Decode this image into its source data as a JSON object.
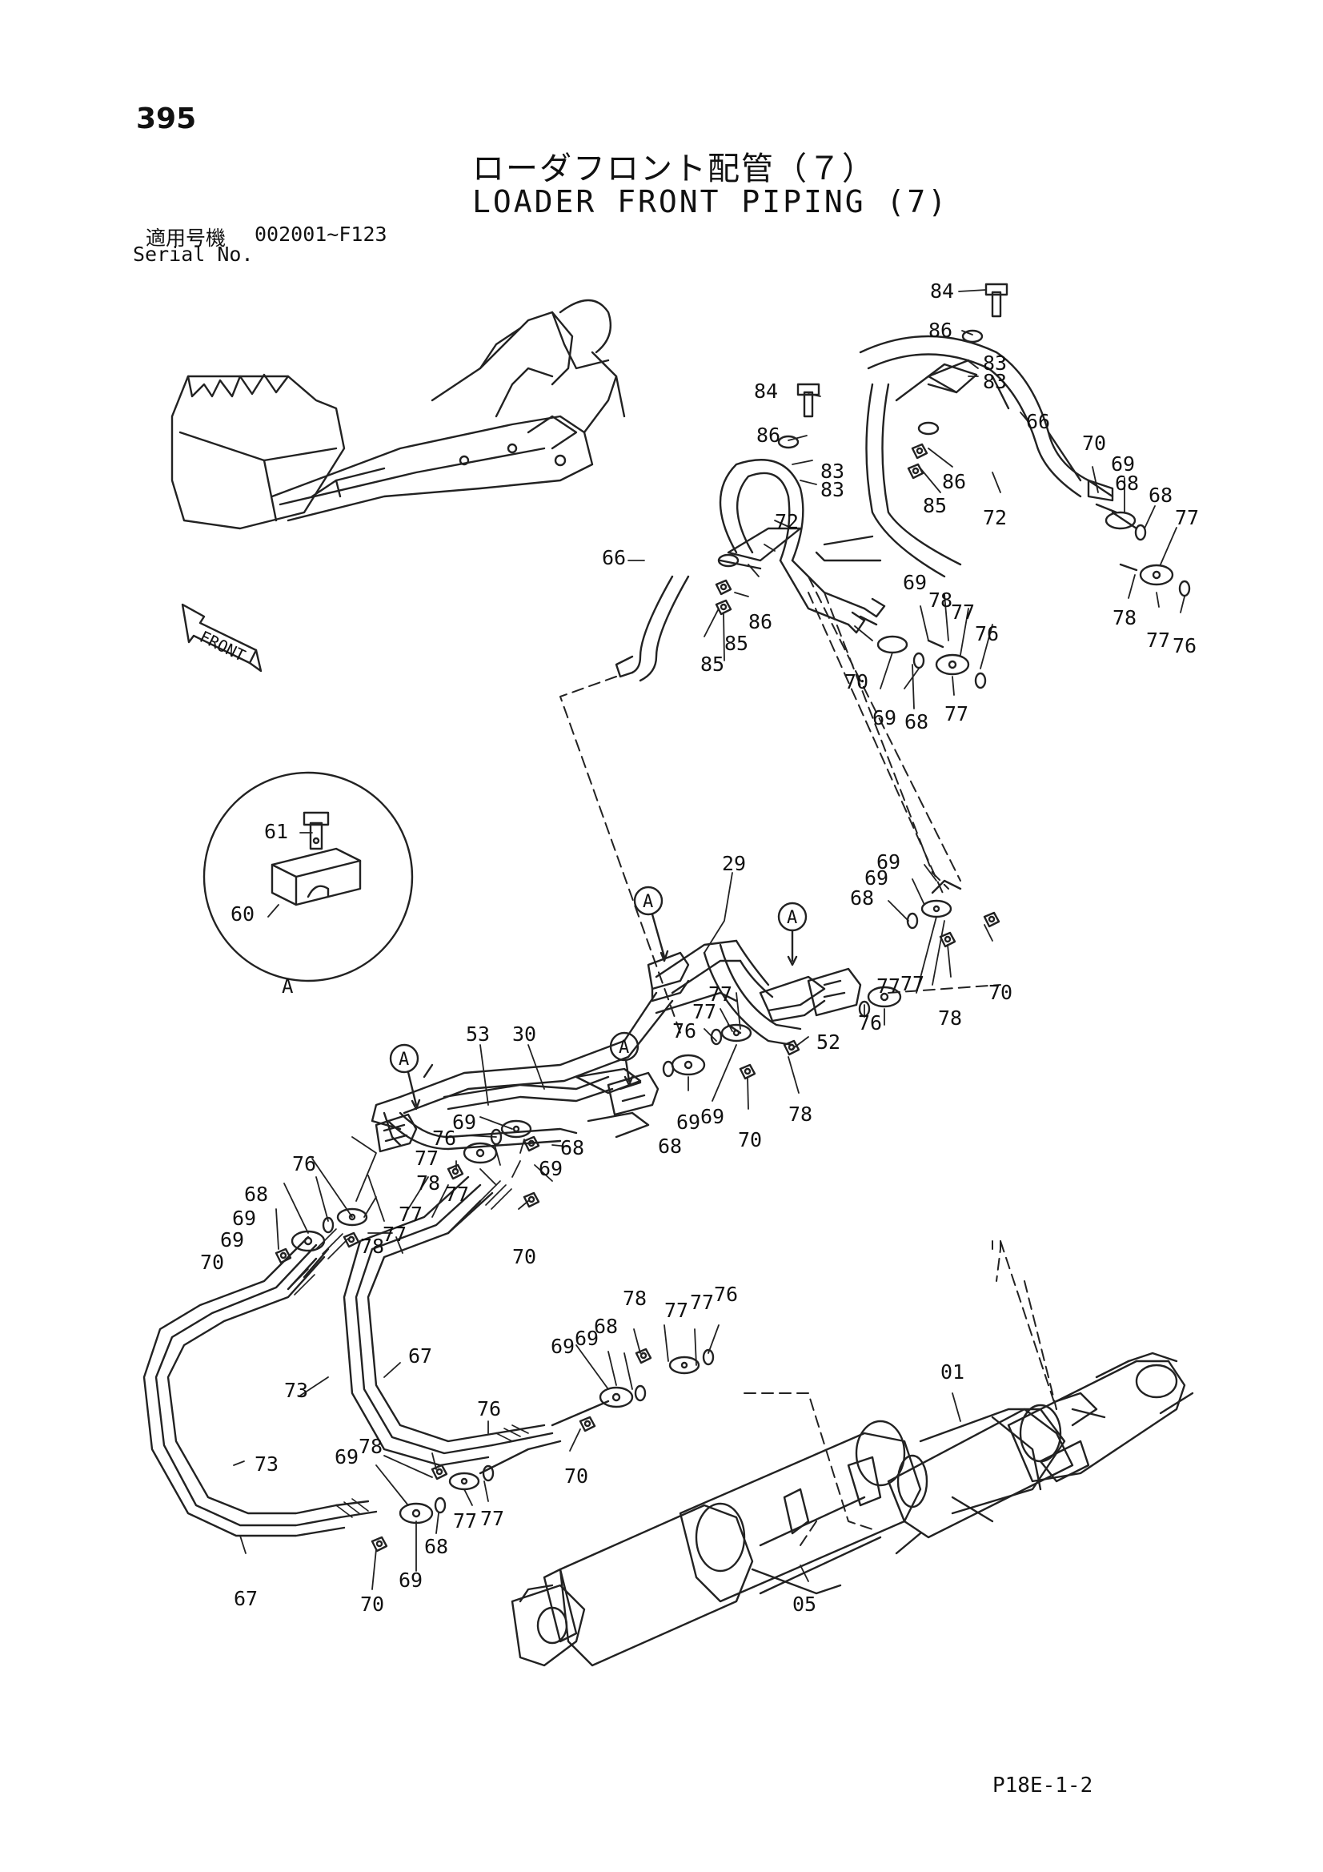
{
  "page_number": "395",
  "title_jp": "ローダフロント配管（７）",
  "title_en": "LOADER FRONT PIPING (7)",
  "serial": {
    "label_jp": "適用号機",
    "range": "002001~F123",
    "label_en": "Serial No."
  },
  "front_arrow_label": "FRONT",
  "detail_view_label": "A",
  "detail_ref_marker": "A",
  "doc_code": "P18E-1-2",
  "callouts": [
    {
      "id": "c84a",
      "text": "84"
    },
    {
      "id": "c86a",
      "text": "86"
    },
    {
      "id": "c83a",
      "text": "83"
    },
    {
      "id": "c83b",
      "text": "83"
    },
    {
      "id": "c66a",
      "text": "66"
    },
    {
      "id": "c70a",
      "text": "70"
    },
    {
      "id": "c69a",
      "text": "69"
    },
    {
      "id": "c68a",
      "text": "68"
    },
    {
      "id": "c68b",
      "text": "68"
    },
    {
      "id": "c77a",
      "text": "77"
    },
    {
      "id": "c86b",
      "text": "86"
    },
    {
      "id": "c85a",
      "text": "85"
    },
    {
      "id": "c72a",
      "text": "72"
    },
    {
      "id": "c78a",
      "text": "78"
    },
    {
      "id": "c77b",
      "text": "77"
    },
    {
      "id": "c76a",
      "text": "76"
    },
    {
      "id": "c84b",
      "text": "84"
    },
    {
      "id": "c86c",
      "text": "86"
    },
    {
      "id": "c83c",
      "text": "83"
    },
    {
      "id": "c83d",
      "text": "83"
    },
    {
      "id": "c72b",
      "text": "72"
    },
    {
      "id": "c66b",
      "text": "66"
    },
    {
      "id": "c86d",
      "text": "86"
    },
    {
      "id": "c85b",
      "text": "85"
    },
    {
      "id": "c85c",
      "text": "85"
    },
    {
      "id": "c69b",
      "text": "69"
    },
    {
      "id": "c78b",
      "text": "78"
    },
    {
      "id": "c77c",
      "text": "77"
    },
    {
      "id": "c76b",
      "text": "76"
    },
    {
      "id": "c70b",
      "text": "70"
    },
    {
      "id": "c69c",
      "text": "69"
    },
    {
      "id": "c68c",
      "text": "68"
    },
    {
      "id": "c77d",
      "text": "77"
    },
    {
      "id": "c61",
      "text": "61"
    },
    {
      "id": "c60",
      "text": "60"
    },
    {
      "id": "c29",
      "text": "29"
    },
    {
      "id": "c69d",
      "text": "69"
    },
    {
      "id": "c69e",
      "text": "69"
    },
    {
      "id": "c68d",
      "text": "68"
    },
    {
      "id": "c70c",
      "text": "70"
    },
    {
      "id": "c77e",
      "text": "77"
    },
    {
      "id": "c77f",
      "text": "77"
    },
    {
      "id": "c76c",
      "text": "76"
    },
    {
      "id": "c78c",
      "text": "78"
    },
    {
      "id": "c77g",
      "text": "77"
    },
    {
      "id": "c77h",
      "text": "77"
    },
    {
      "id": "c76d",
      "text": "76"
    },
    {
      "id": "c52",
      "text": "52"
    },
    {
      "id": "c78d",
      "text": "78"
    },
    {
      "id": "c53",
      "text": "53"
    },
    {
      "id": "c30",
      "text": "30"
    },
    {
      "id": "c69f",
      "text": "69"
    },
    {
      "id": "c69g",
      "text": "69"
    },
    {
      "id": "c68e",
      "text": "68"
    },
    {
      "id": "c70d",
      "text": "70"
    },
    {
      "id": "c69h",
      "text": "69"
    },
    {
      "id": "c76e",
      "text": "76"
    },
    {
      "id": "c68f",
      "text": "68"
    },
    {
      "id": "c69i",
      "text": "69"
    },
    {
      "id": "c77i",
      "text": "77"
    },
    {
      "id": "c78e",
      "text": "78"
    },
    {
      "id": "c77j",
      "text": "77"
    },
    {
      "id": "c76f",
      "text": "76"
    },
    {
      "id": "c68g",
      "text": "68"
    },
    {
      "id": "c69j",
      "text": "69"
    },
    {
      "id": "c69k",
      "text": "69"
    },
    {
      "id": "c77k",
      "text": "77"
    },
    {
      "id": "c70e",
      "text": "70"
    },
    {
      "id": "c78f",
      "text": "78"
    },
    {
      "id": "c77l",
      "text": "77"
    },
    {
      "id": "c70f",
      "text": "70"
    },
    {
      "id": "c78g",
      "text": "78"
    },
    {
      "id": "c77m",
      "text": "77"
    },
    {
      "id": "c77n",
      "text": "77"
    },
    {
      "id": "c76g",
      "text": "76"
    },
    {
      "id": "c69l",
      "text": "69"
    },
    {
      "id": "c69m",
      "text": "69"
    },
    {
      "id": "c68h",
      "text": "68"
    },
    {
      "id": "c67a",
      "text": "67"
    },
    {
      "id": "c73a",
      "text": "73"
    },
    {
      "id": "c76h",
      "text": "76"
    },
    {
      "id": "c01",
      "text": "01"
    },
    {
      "id": "c73b",
      "text": "73"
    },
    {
      "id": "c70g",
      "text": "70"
    },
    {
      "id": "c69n",
      "text": "69"
    },
    {
      "id": "c78h",
      "text": "78"
    },
    {
      "id": "c77o",
      "text": "77"
    },
    {
      "id": "c77p",
      "text": "77"
    },
    {
      "id": "c68i",
      "text": "68"
    },
    {
      "id": "c69o",
      "text": "69"
    },
    {
      "id": "c67b",
      "text": "67"
    },
    {
      "id": "c70h",
      "text": "70"
    },
    {
      "id": "c05",
      "text": "05"
    }
  ]
}
